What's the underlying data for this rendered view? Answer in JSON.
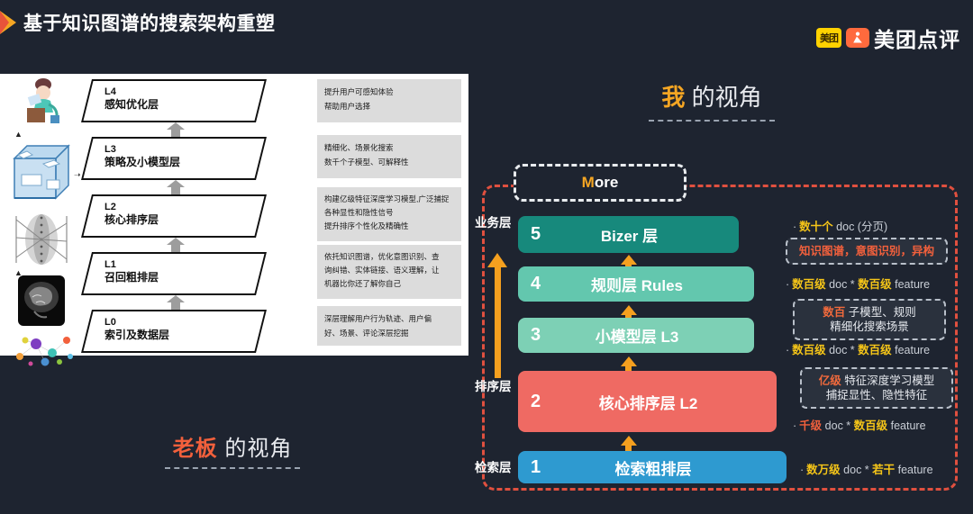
{
  "header": {
    "title": "基于知识图谱的搜索架构重塑",
    "logo": {
      "badge1": "美团",
      "badge2_icon": "person-icon",
      "text": "美团点评"
    }
  },
  "left_panel": {
    "thumbnails": [
      "person-at-desk-icon",
      "blue-cube-boxes-icon",
      "neural-network-mesh-icon",
      "brain-xray-icon",
      "knowledge-graph-nodes-icon"
    ],
    "layers": [
      {
        "code": "L4",
        "name": "感知优化层"
      },
      {
        "code": "L3",
        "name": "策略及小模型层"
      },
      {
        "code": "L2",
        "name": "核心排序层"
      },
      {
        "code": "L1",
        "name": "召回粗排层"
      },
      {
        "code": "L0",
        "name": "索引及数据层"
      }
    ],
    "notes": [
      [
        "提升用户可感知体验",
        "帮助用户选择"
      ],
      [
        "精细化、场景化搜索",
        "数千个子模型、可解释性"
      ],
      [
        "构建亿级特征深度学习模型,广泛捕捉",
        "各种显性和隐性信号",
        "提升排序个性化及精确性"
      ],
      [
        "依托知识图谱，优化意图识别、查",
        "询纠错、实体链接、语义理解，让",
        "机器比你还了解你自己"
      ],
      [
        "深层理解用户行为轨迹、用户偏",
        "好、场景、评论深层挖掘"
      ]
    ],
    "boss_view": {
      "highlight": "老板",
      "rest": "的视角"
    }
  },
  "right_panel": {
    "my_view": {
      "highlight": "我",
      "rest": "的视角"
    },
    "more_box": {
      "m": "M",
      "rest": "ore"
    },
    "side_labels": [
      {
        "text": "业务层"
      },
      {
        "text": "排序层"
      },
      {
        "text": "检索层"
      }
    ],
    "layers": [
      {
        "num": "5",
        "name": "Bizer 层",
        "color": "#17897c"
      },
      {
        "num": "4",
        "name": "规则层 Rules",
        "color": "#63c7ae"
      },
      {
        "num": "3",
        "name": "小模型层 L3",
        "color": "#7dd0b5"
      },
      {
        "num": "2",
        "name": "核心排序层 L2",
        "color": "#ef6a63"
      },
      {
        "num": "1",
        "name": "检索粗排层",
        "color": "#2e9ad0"
      }
    ],
    "annotations": [
      {
        "bullet": "·",
        "parts": [
          {
            "t": "数十个",
            "c": "y"
          },
          {
            "t": " doc ",
            "c": "g"
          },
          {
            "t": "(分页)",
            "c": "g"
          }
        ]
      },
      {
        "bullet": "·",
        "parts": [
          {
            "t": "数百级",
            "c": "y"
          },
          {
            "t": " doc * ",
            "c": "g"
          },
          {
            "t": "数百级",
            "c": "y"
          },
          {
            "t": " feature",
            "c": "g"
          }
        ]
      },
      {
        "bullet": "·",
        "parts": [
          {
            "t": "数百级",
            "c": "y"
          },
          {
            "t": " doc * ",
            "c": "g"
          },
          {
            "t": "数百级",
            "c": "y"
          },
          {
            "t": " feature",
            "c": "g"
          }
        ]
      },
      {
        "bullet": "·",
        "parts": [
          {
            "t": "千级",
            "c": "r"
          },
          {
            "t": " doc * ",
            "c": "g"
          },
          {
            "t": "数百级",
            "c": "y"
          },
          {
            "t": " feature",
            "c": "g"
          }
        ]
      },
      {
        "bullet": "·",
        "parts": [
          {
            "t": "数万级",
            "c": "y"
          },
          {
            "t": " doc * ",
            "c": "g"
          },
          {
            "t": "若干",
            "c": "y"
          },
          {
            "t": " feature",
            "c": "g"
          }
        ]
      }
    ],
    "callouts": [
      {
        "line1_hl": "",
        "line1": "知识图谱，意图识别，异构",
        "line2": "",
        "style": "red-all"
      },
      {
        "line1_hl": "数百",
        "line1": " 子模型、规则",
        "line2": "精细化搜索场景",
        "style": "hl"
      },
      {
        "line1_hl": "亿级",
        "line1": " 特征深度学习模型",
        "line2": "捕捉显性、隐性特征",
        "style": "hl"
      }
    ]
  },
  "colors": {
    "background": "#1e2430",
    "accent_orange": "#f5a623",
    "accent_red": "#f2603c",
    "panel_white": "#ffffff"
  }
}
